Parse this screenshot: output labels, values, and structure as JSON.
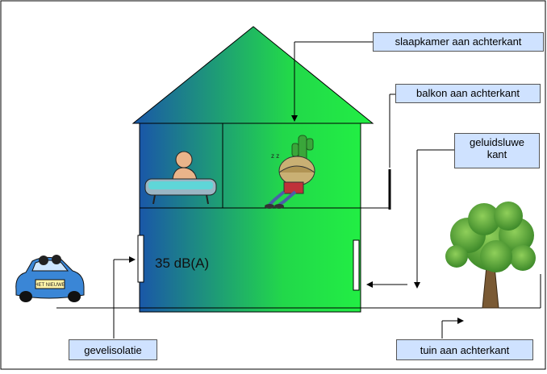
{
  "labels": {
    "bedroom": "slaapkamer aan achterkant",
    "balcony": "balkon aan achterkant",
    "quiet_side_line1": "geluidsluwe",
    "quiet_side_line2": "kant",
    "facade": "gevelisolatie",
    "garden": "tuin aan achterkant"
  },
  "sound_level": "35 dB(A)",
  "car_plate": "HET NIEUWE",
  "colors": {
    "house_left": "#1a57a8",
    "house_right": "#22ee44",
    "label_bg": "#cfe2ff",
    "line": "#000000",
    "car": "#3a86d6"
  },
  "icons": [
    "car-icon",
    "bathtub-person-icon",
    "sleeping-person-cactus-icon",
    "tree-icon"
  ]
}
